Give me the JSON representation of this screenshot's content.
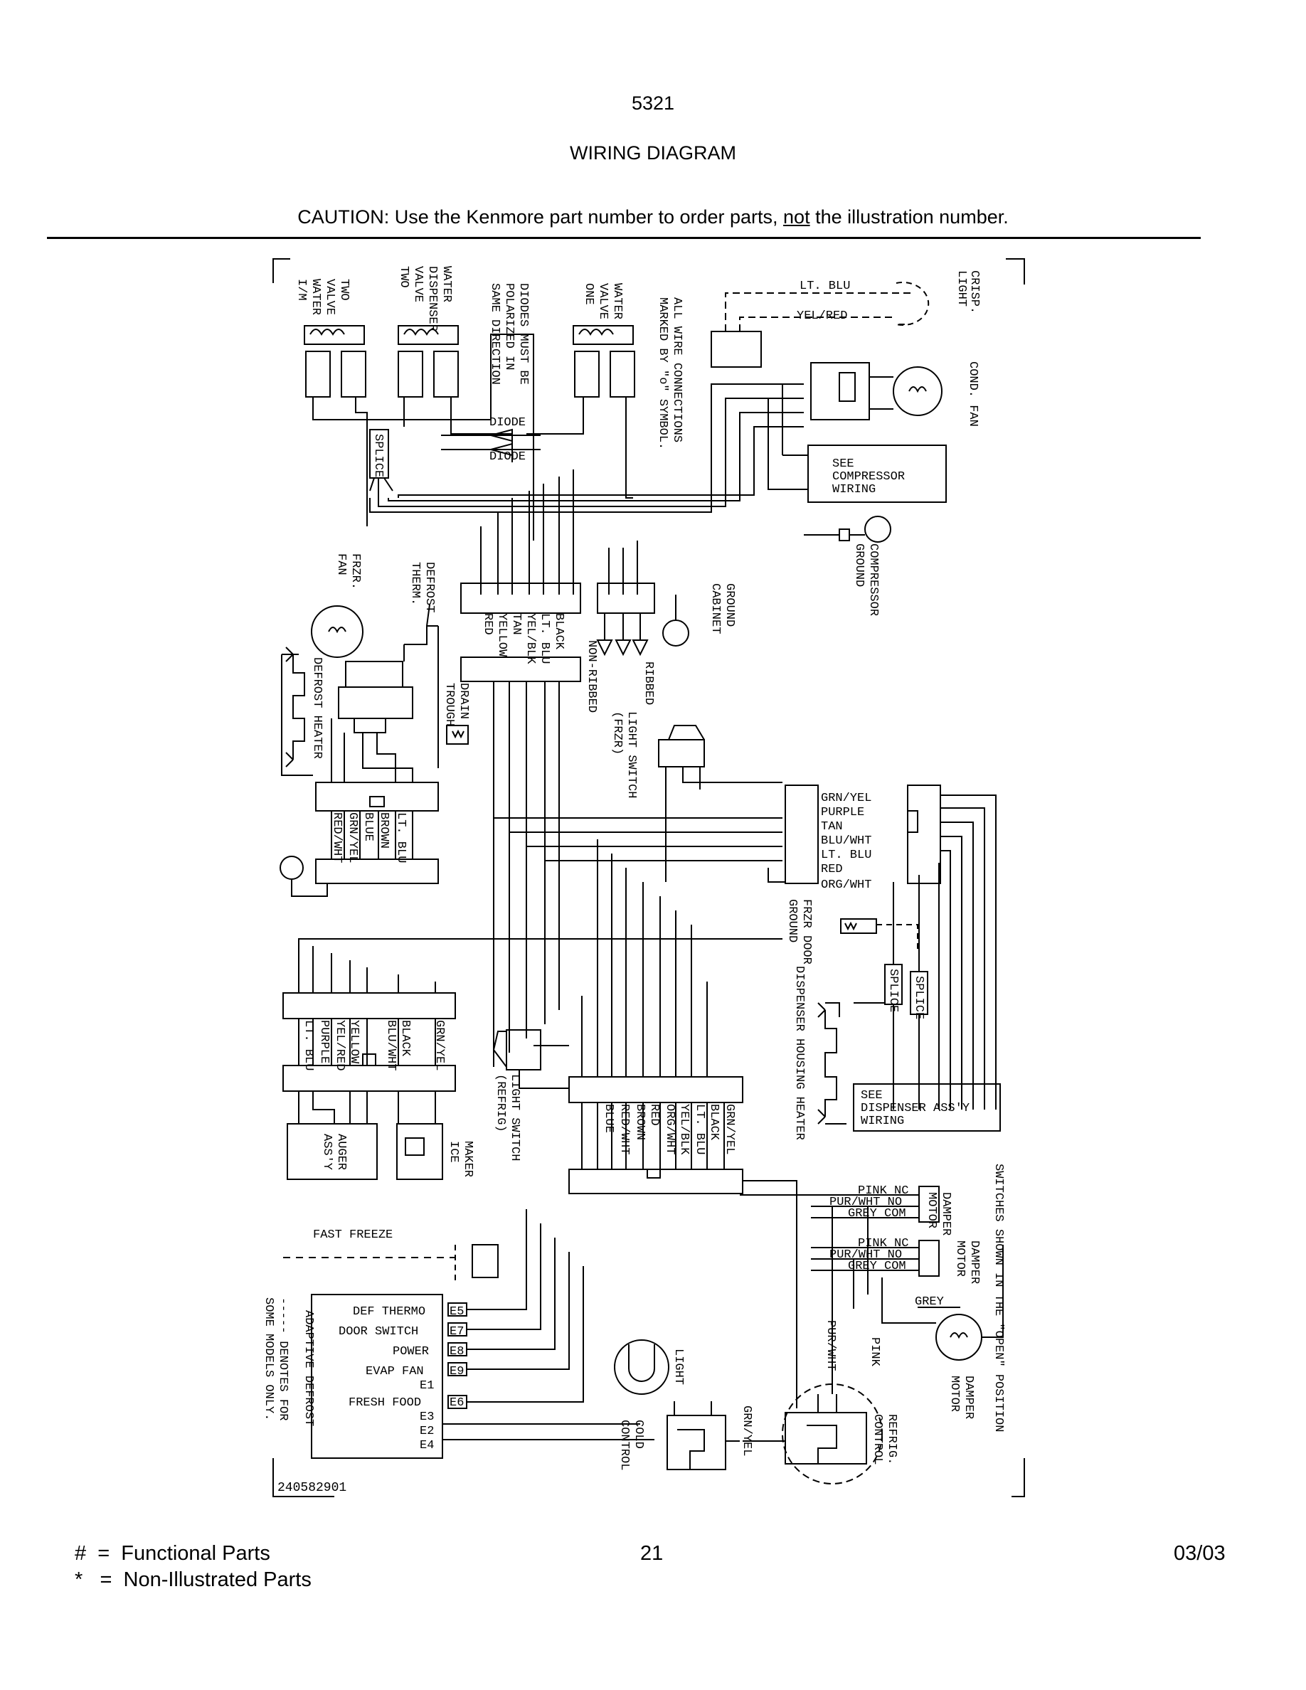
{
  "header": {
    "model": "5321",
    "title": "WIRING DIAGRAM",
    "caution_before": "CAUTION: Use the Kenmore part number to order parts, ",
    "caution_emph": "not",
    "caution_after": " the illustration number."
  },
  "diagram": {
    "notes": {
      "connections": [
        "ALL WIRE CONNECTIONS",
        "MARKED BY \"o\" SYMBOL."
      ],
      "diodes": [
        "DIODES MUST BE",
        "POLARIZED IN",
        "SAME DIRECTION"
      ],
      "switches": "SWITCHES SHOWN IN THE \"OPEN\" POSITION",
      "denotes": [
        "----- DENOTES FOR",
        "SOME MODELS ONLY."
      ],
      "part_number": "240582901"
    },
    "components": {
      "im_valve": [
        "I/M",
        "WATER",
        "VALVE",
        "TWO"
      ],
      "dispenser_valve": [
        "WATER",
        "DISPENSER",
        "VALVE",
        "TWO"
      ],
      "valve_one": [
        "WATER",
        "VALVE",
        "ONE"
      ],
      "diode": "DIODE",
      "splice": "SPLICE",
      "crisp_light": [
        "CRISP.",
        "LIGHT"
      ],
      "cond_fan": "COND. FAN",
      "see_compressor": [
        "SEE",
        "COMPRESSOR",
        "WIRING"
      ],
      "compressor_ground": [
        "COMPRESSOR",
        "GROUND"
      ],
      "cabinet_ground": [
        "CABINET",
        "GROUND"
      ],
      "frzr_fan": [
        "FRZR.",
        "FAN"
      ],
      "defrost_therm": [
        "DEFROST",
        "THERM."
      ],
      "defrost_heater": "DEFROST HEATER",
      "drain_trough": [
        "DRAIN",
        "TROUGH"
      ],
      "ribbed": "RIBBED",
      "non_ribbed": "NON-RIBBED",
      "light_switch_frzr": [
        "LIGHT SWITCH",
        "(FRZR)"
      ],
      "frzr_door_ground": [
        "FRZR DOOR",
        "GROUND"
      ],
      "dispenser_heater": "DISPENSER HOUSING HEATER",
      "see_dispenser": [
        "SEE",
        "DISPENSER ASS'Y",
        "WIRING"
      ],
      "light_switch_refrig": [
        "LIGHT SWITCH",
        "(REFRIG)"
      ],
      "auger": [
        "AUGER",
        "ASS'Y"
      ],
      "ice_maker": [
        "ICE",
        "MAKER"
      ],
      "fast_freeze": "FAST FREEZE",
      "adaptive_defrost": "ADAPTIVE DEFROST",
      "light": "LIGHT",
      "cold_control": [
        "COLD",
        "CONTROL"
      ],
      "refrig_control": [
        "REFRIG.",
        "CONTROL"
      ],
      "damper_motor": [
        "DAMPER",
        "MOTOR"
      ]
    },
    "wires": {
      "crisp_top": "LT. BLU",
      "crisp_bottom": "YEL/RED",
      "top_connector": [
        "BLACK",
        "LT. BLU",
        "YEL/BLK",
        "TAN",
        "YELLOW",
        "RED"
      ],
      "fan_connector": [
        "LT. BLU",
        "BROWN",
        "BLUE",
        "GRN/YEL",
        "RED/WHT"
      ],
      "door_harness": [
        "GRN/YEL",
        "PURPLE",
        "TAN",
        "BLU/WHT",
        "LT. BLU",
        "RED",
        "ORG/WHT"
      ],
      "left_connector": [
        "GRN/YEL",
        "BLACK",
        "BLU/WHT",
        "YELLOW",
        "YEL/RED",
        "PURPLE",
        "LT. BLU"
      ],
      "main_connector": [
        "GRN/YEL",
        "BLACK",
        "LT. BLU",
        "YEL/BLK",
        "ORG/WHT",
        "RED",
        "BROWN",
        "RED/WHT",
        "BLUE"
      ],
      "damper_switch_1": [
        "PINK NC",
        "PUR/WHT NO",
        "GREY COM"
      ],
      "damper_switch_2": [
        "PINK NC",
        "PUR/WHT NO",
        "GREY COM"
      ],
      "grey": "GREY",
      "pink": "PINK",
      "pur_wht": "PUR/WHT",
      "grn_yel": "GRN/YEL"
    },
    "adaptive_terminals": [
      {
        "label": "DEF THERMO",
        "code": "E5"
      },
      {
        "label": "DOOR SWITCH",
        "code": "E7"
      },
      {
        "label": "POWER",
        "code": "E8"
      },
      {
        "label": "EVAP FAN",
        "code": "E9"
      },
      {
        "label": "E1",
        "code": ""
      },
      {
        "label": "FRESH FOOD",
        "code": "E6"
      },
      {
        "label": "E3",
        "code": ""
      },
      {
        "label": "E2",
        "code": ""
      },
      {
        "label": "E4",
        "code": ""
      }
    ]
  },
  "footer": {
    "functional": "#  =  Functional Parts",
    "non_illustrated": "*   =  Non-Illustrated Parts",
    "page": "21",
    "date": "03/03"
  }
}
